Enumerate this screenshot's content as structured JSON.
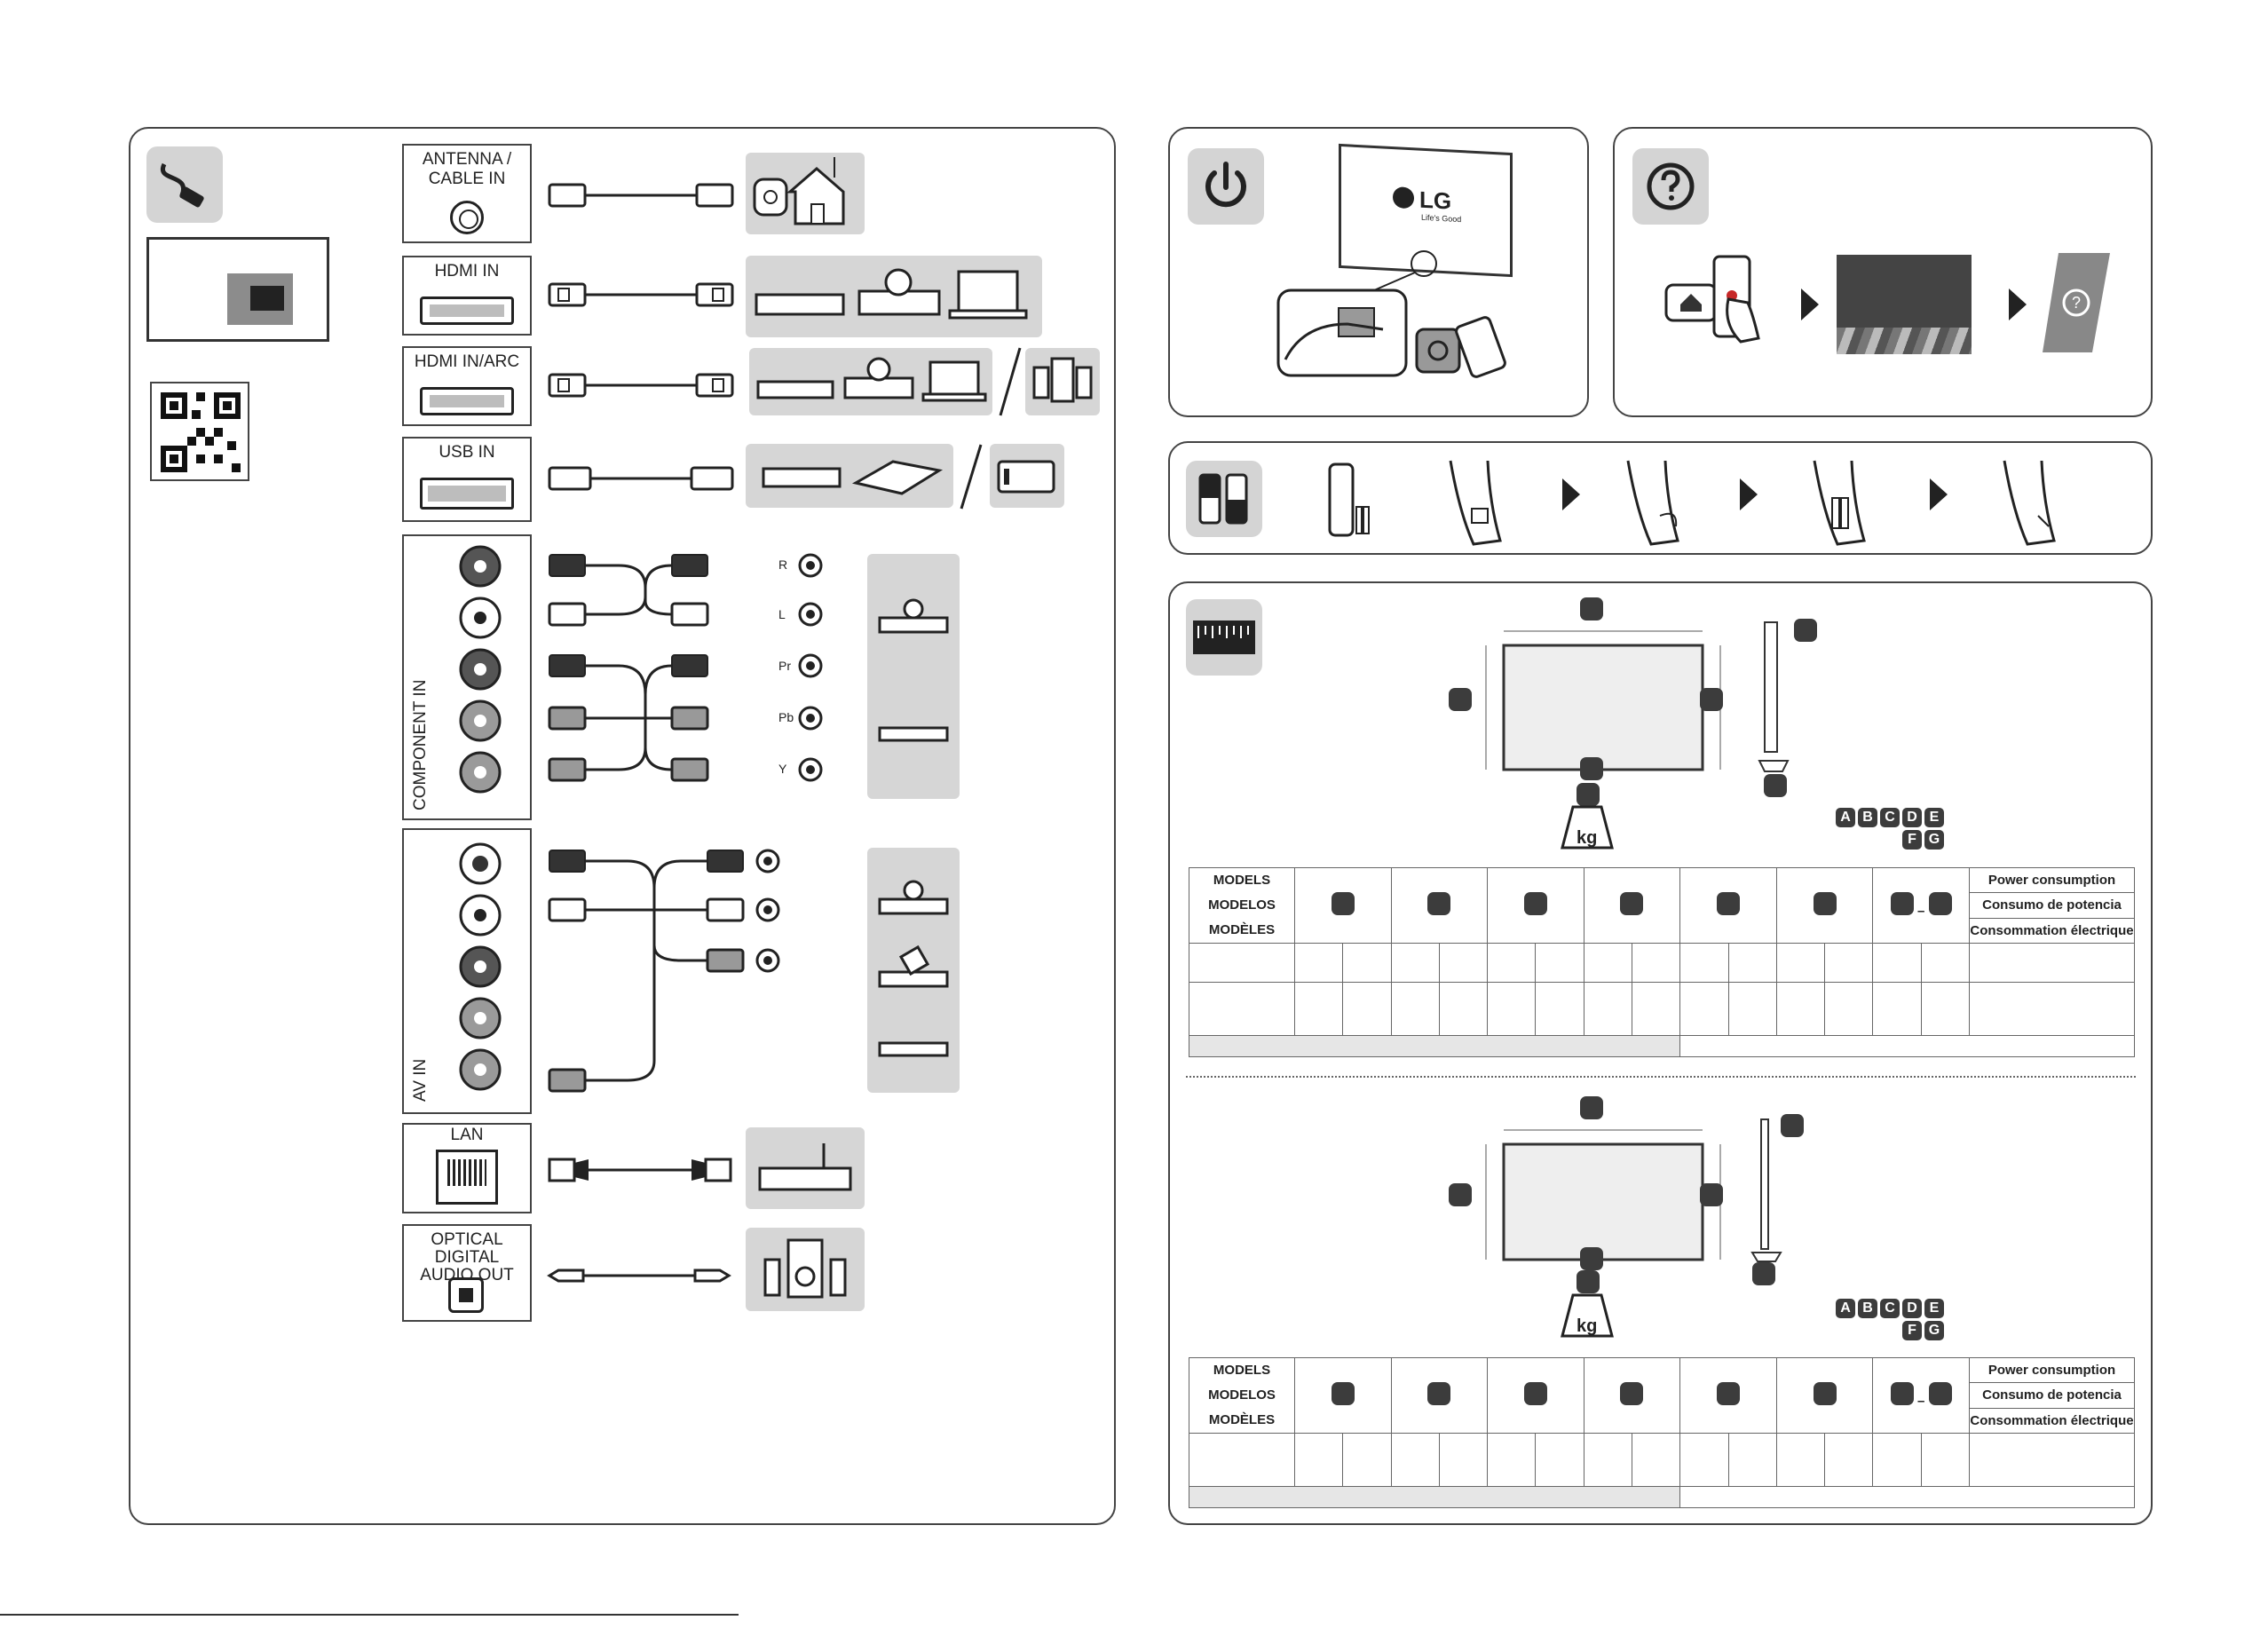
{
  "ports": {
    "antenna": "ANTENNA /",
    "antenna2": "CABLE IN",
    "hdmi": "HDMI IN",
    "hdmi_arc": "HDMI IN/ARC",
    "usb": "USB IN",
    "component": "COMPONENT IN",
    "av": "AV IN",
    "lan": "LAN",
    "optical": "OPTICAL DIGITAL",
    "optical2": "AUDIO OUT"
  },
  "component_jacks": [
    "R",
    "L",
    "Pr",
    "Pb",
    "Y"
  ],
  "tv_logo": {
    "brand": "LG",
    "tagline": "Life's Good"
  },
  "weight_unit": "kg",
  "letters": [
    "A",
    "B",
    "C",
    "D",
    "E",
    "F",
    "G"
  ],
  "table_labels": {
    "models": [
      "MODELS",
      "MODELOS",
      "MODÈLES"
    ],
    "power": [
      "Power consumption",
      "Consumo de potencia",
      "Consommation électrique"
    ]
  },
  "icons": {
    "cable": "cable-plug-icon",
    "power": "power-icon",
    "help": "question-icon",
    "battery": "battery-icon",
    "ruler": "ruler-icon"
  }
}
